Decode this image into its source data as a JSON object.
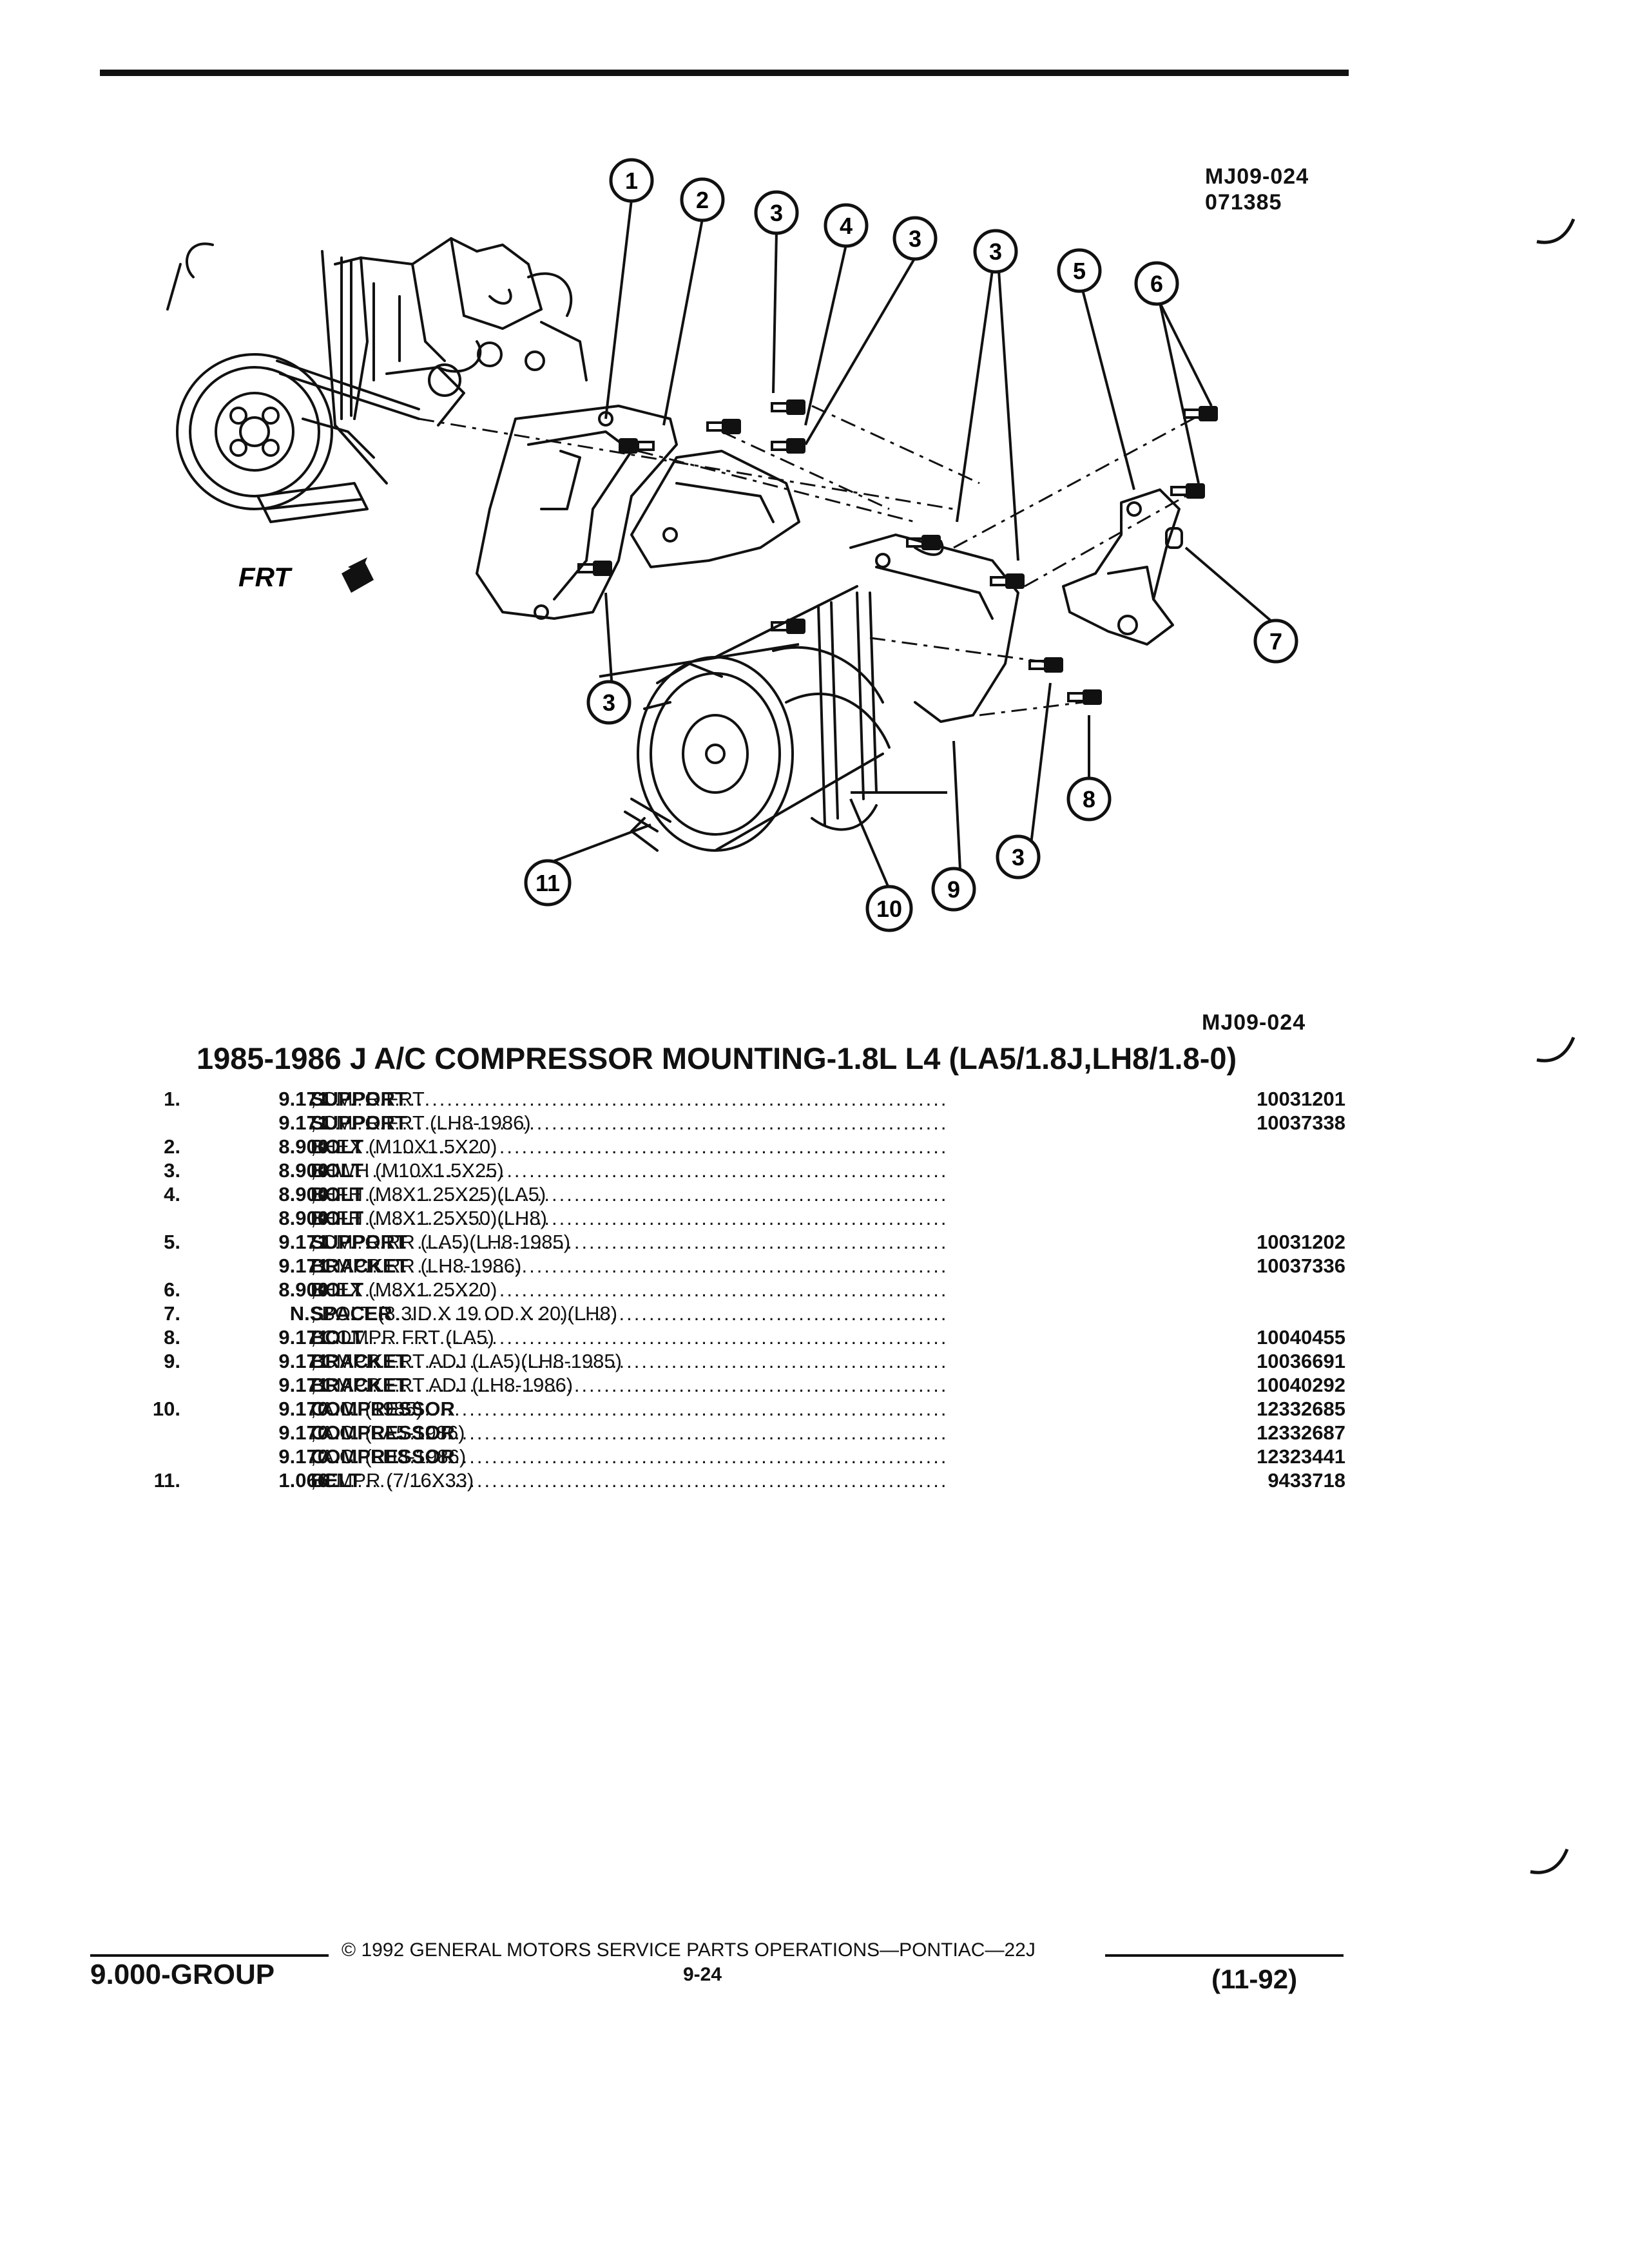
{
  "header": {
    "figure_code": "MJ09-024",
    "figure_date": "071385"
  },
  "diagram": {
    "front_label": "FRT",
    "callouts": [
      "1",
      "2",
      "3",
      "4",
      "3",
      "3",
      "5",
      "6",
      "3",
      "7",
      "3",
      "8",
      "9",
      "10",
      "11"
    ]
  },
  "caption_code": "MJ09-024",
  "title": "1985-1986 J A/C COMPRESSOR MOUNTING-1.8L L4 (LA5/1.8J,LH8/1.8-0)",
  "parts": [
    {
      "num": "1.",
      "group": "9.171",
      "name": "SUPPORT",
      "desc": ", CMPR FRT",
      "part": "10031201"
    },
    {
      "num": "",
      "group": "9.171",
      "name": "SUPPORT",
      "desc": ", CMPR FRT (LH8-1986)",
      "part": "10037338"
    },
    {
      "num": "2.",
      "group": "8.900",
      "name": "BOLT",
      "desc": ", HEX (M10X1.5X20)",
      "part": ""
    },
    {
      "num": "3.",
      "group": "8.900",
      "name": "BOLT",
      "desc": ", HWH (M10X1.5X25)",
      "part": ""
    },
    {
      "num": "4.",
      "group": "8.900",
      "name": "BOLT",
      "desc": ", HFH (M8X1.25X25)(LA5)",
      "part": ""
    },
    {
      "num": "",
      "group": "8.900",
      "name": "BOLT",
      "desc": ", HFH (M8X1.25X50)(LH8)",
      "part": ""
    },
    {
      "num": "5.",
      "group": "9.171",
      "name": "SUPPORT",
      "desc": ", CMPR RR (LA5)(LH8-1985)",
      "part": "10031202"
    },
    {
      "num": "",
      "group": "9.171",
      "name": "BRACKET",
      "desc": ", CMPR RR (LH8-1986)",
      "part": "10037336"
    },
    {
      "num": "6.",
      "group": "8.900",
      "name": "BOLT",
      "desc": ", HEX (M8X1.25X20)",
      "part": ""
    },
    {
      "num": "7.",
      "group": "N.S.",
      "name": "SPACER",
      "desc": ", BOLT (8.3ID X 19 OD X 20)(LH8)",
      "part": ""
    },
    {
      "num": "8.",
      "group": "9.171",
      "name": "BOLT",
      "desc": ", COMPR FRT (LA5)",
      "part": "10040455"
    },
    {
      "num": "9.",
      "group": "9.171",
      "name": "BRACKET",
      "desc": ", CMPR FRT ADJ (LA5)(LH8-1985)",
      "part": "10036691"
    },
    {
      "num": "",
      "group": "9.171",
      "name": "BRACKET",
      "desc": ", CMPR FRT ADJ (LH8-1986)",
      "part": "10040292"
    },
    {
      "num": "10.",
      "group": "9.170",
      "name": "COMPRESSOR",
      "desc": ", A.C. (1985)",
      "part": "12332685"
    },
    {
      "num": "",
      "group": "9.170",
      "name": "COMPRESSOR",
      "desc": ", A.C. (LA5-1986)",
      "part": "12332687"
    },
    {
      "num": "",
      "group": "9.170",
      "name": "COMPRESSOR",
      "desc": ", A.C. (LH8-1986)",
      "part": "12323441"
    },
    {
      "num": "11.",
      "group": "1.066",
      "name": "BELT",
      "desc": ", CMPR (7/16X33)",
      "part": "9433718"
    }
  ],
  "footer": {
    "group": "9.000-GROUP",
    "copyright": "© 1992 GENERAL MOTORS SERVICE PARTS OPERATIONS—PONTIAC—22J",
    "page": "9-24",
    "revision": "(11-92)"
  },
  "dots": "...................................................................................."
}
